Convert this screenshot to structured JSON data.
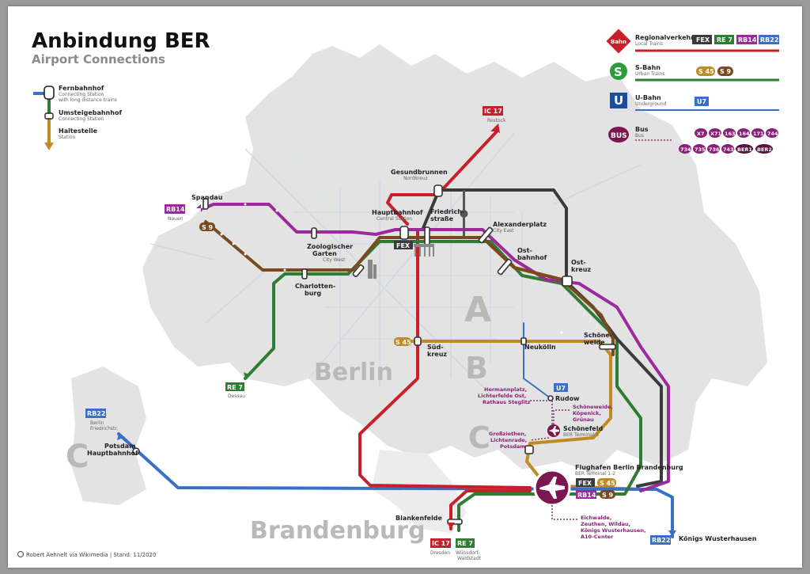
{
  "header": {
    "title": "Anbindung BER",
    "subtitle": "Airport Connections"
  },
  "station_legend": {
    "items": [
      {
        "label": "Fernbahnhof",
        "sub1": "Connecting Station",
        "sub2": "with long distance trains"
      },
      {
        "label": "Umsteigebahnhof",
        "sub1": "Connecting Station",
        "sub2": ""
      },
      {
        "label": "Haltestelle",
        "sub1": "Station",
        "sub2": ""
      }
    ]
  },
  "line_legend": {
    "regional": {
      "icon": "Bahn",
      "label": "Regionalverkehr",
      "sub": "Local Trains",
      "badges": [
        "FEX",
        "RE 7",
        "RB14",
        "RB22"
      ]
    },
    "sbahn": {
      "icon": "S",
      "label": "S-Bahn",
      "sub": "Urban Trains",
      "badges": [
        "S 45",
        "S 9"
      ]
    },
    "ubahn": {
      "icon": "U",
      "label": "U-Bahn",
      "sub": "Underground",
      "badges": [
        "U7"
      ]
    },
    "bus": {
      "icon": "BUS",
      "label": "Bus",
      "sub": "Bus",
      "badges_row1": [
        "X7",
        "X71",
        "163",
        "164",
        "171",
        "744"
      ],
      "badges_row2": [
        "734",
        "735",
        "736",
        "743",
        "BER1",
        "BER2"
      ]
    }
  },
  "zones": {
    "a": "A",
    "b": "B",
    "c1": "C",
    "c2": "C",
    "berlin": "Berlin",
    "brandenburg": "Brandenburg"
  },
  "stations": {
    "spandau": "Spandau",
    "gesundbrunnen": "Gesundbrunnen",
    "gesundbrunnen_sub": "Nordkreuz",
    "hauptbahnhof": "Hauptbahnhof",
    "hauptbahnhof_sub": "Central Station",
    "friedrichstrasse1": "Friedrich-",
    "friedrichstrasse2": "straße",
    "alexanderplatz": "Alexanderplatz",
    "alexanderplatz_sub": "City East",
    "ostbahnhof1": "Ost-",
    "ostbahnhof2": "bahnhof",
    "ostkreuz1": "Ost-",
    "ostkreuz2": "kreuz",
    "zoo1": "Zoologischer",
    "zoo2": "Garten",
    "zoo_sub": "City West",
    "charlottenburg1": "Charlotten-",
    "charlottenburg2": "burg",
    "suedkreuz1": "Süd-",
    "suedkreuz2": "kreuz",
    "neukoelln": "Neukölln",
    "schoeneweide1": "Schöne-",
    "schoeneweide2": "weide",
    "rudow": "Rudow",
    "schoenefeld": "Schönefeld",
    "schoenefeld_sub": "BER Terminal 5",
    "ber": "Flughafen Berlin Brandenburg",
    "ber_sub": "BER Terminal 1-2",
    "potsdam1": "Potsdam",
    "potsdam2": "Hauptbahnhof",
    "blankenfelde": "Blankenfelde",
    "koenigs": "Königs Wusterhausen"
  },
  "destinations": {
    "ic17_top": "IC 17",
    "rostock": "Rostock",
    "rb14_top": "RB14",
    "nauen": "Nauen",
    "s9_top": "S 9",
    "re7_left": "RE 7",
    "dessau": "Dessau",
    "rb22_left": "RB22",
    "berlin_fr1": "Berlin",
    "berlin_fr2": "Friedrichstr.",
    "ic17_bottom": "IC 17",
    "dresden": "Dresden",
    "re7_bottom": "RE 7",
    "wuensdorf1": "Wünsdorf-",
    "wuensdorf2": "Waldstadt",
    "rb22_bottom": "RB22",
    "s45_mid": "S 45",
    "u7": "U7",
    "fex_mid": "FEX",
    "fex_ber": "FEX",
    "s45_ber": "S 45",
    "rb14_ber": "RB14",
    "s9_ber": "S 9"
  },
  "bus_notes": {
    "left1": "Hermannplatz,",
    "left2": "Lichterfelde Ost,",
    "left3": "Rathaus Steglitz",
    "right1": "Schöneweide,",
    "right2": "Köpenick,",
    "right3": "Grünau",
    "lower1": "Großziethen,",
    "lower2": "Lichtenrade,",
    "lower3": "Potsdam",
    "bottom1": "Eichwalde,",
    "bottom2": "Zeuthen, Wildau,",
    "bottom3": "Königs Wusterhausen,",
    "bottom4": "A10-Center"
  },
  "credit": "Robert Aehnelt via Wikimedia | Stand: 11/2020",
  "colors": {
    "red": "#c8202a",
    "green": "#2e7d32",
    "purple": "#9c2a9c",
    "brown": "#7a4a1e",
    "gold": "#c08a24",
    "blue": "#3a6fc4",
    "dark": "#3b3b3b",
    "bus": "#7b1650"
  }
}
